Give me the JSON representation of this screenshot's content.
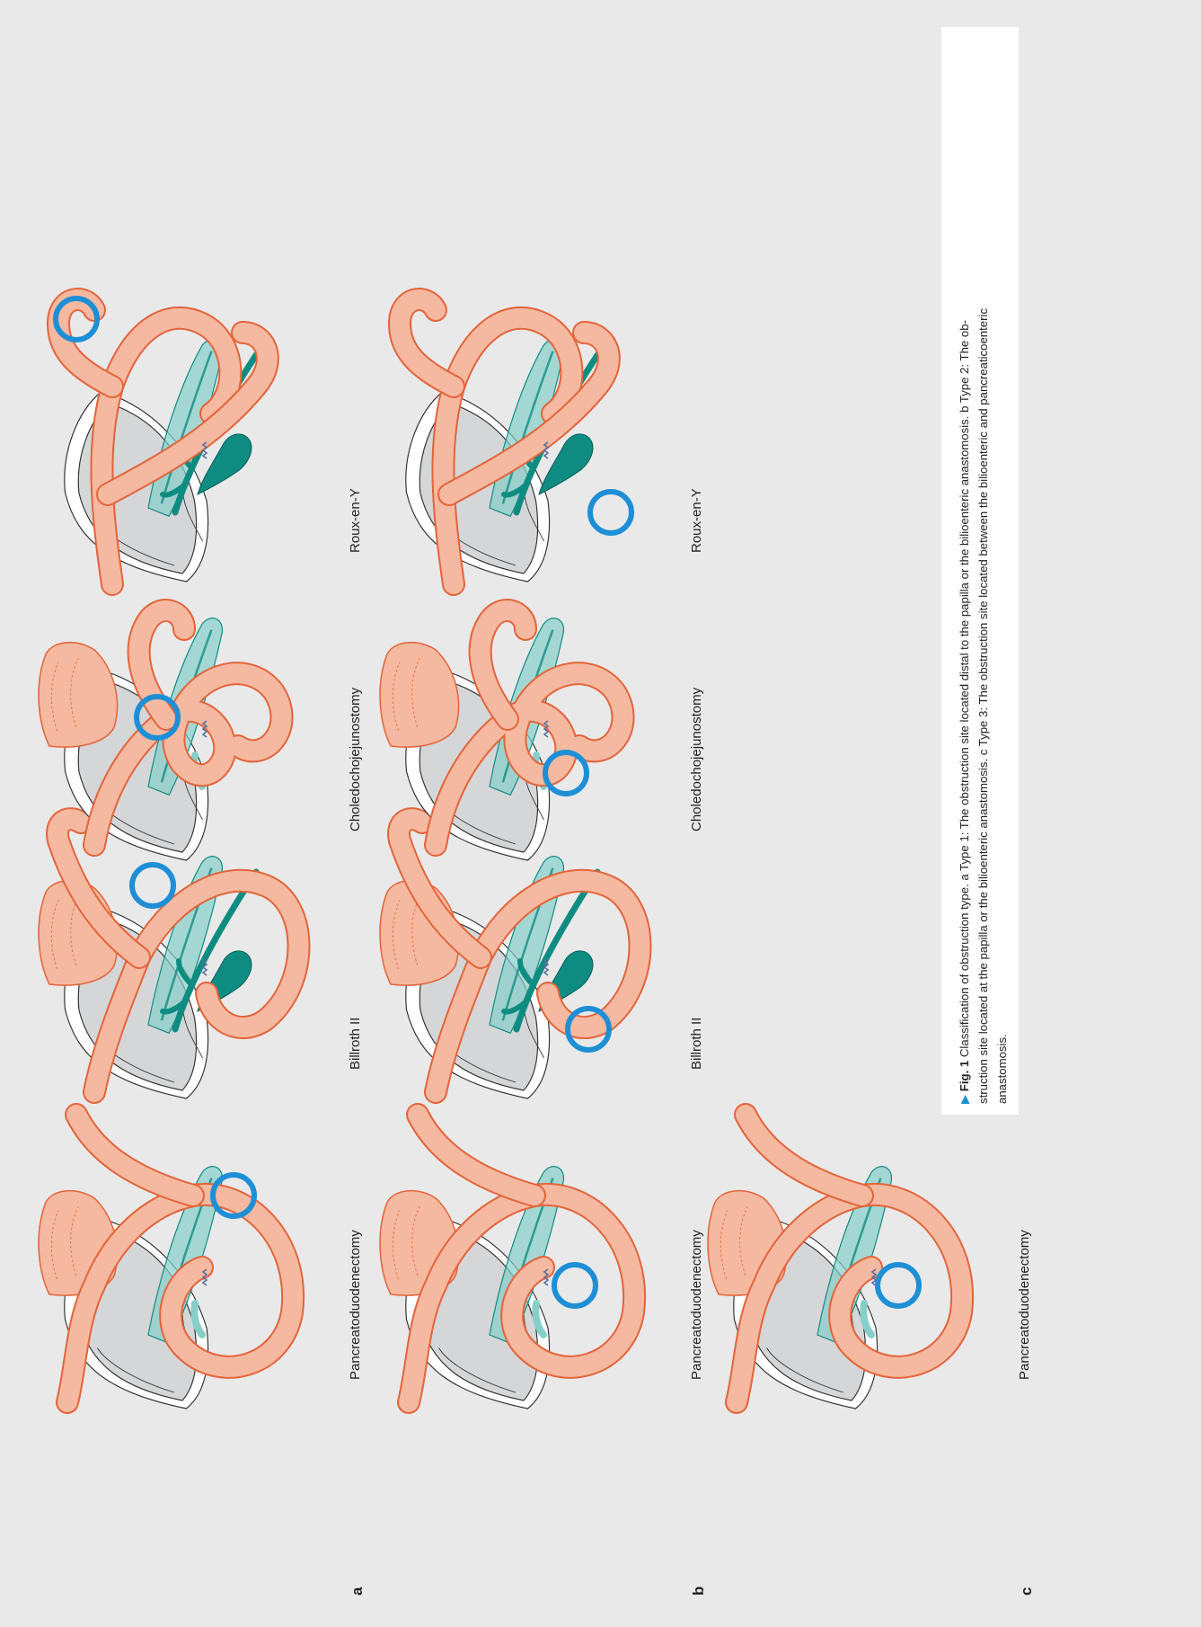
{
  "figure": {
    "row_labels": [
      "a",
      "b",
      "c"
    ],
    "procedures": {
      "pd": "Pancreatoduodenectomy",
      "b2": "Billroth II",
      "cj": "Choledochojejunostomy",
      "ry": "Roux-en-Y"
    },
    "rows": [
      {
        "label": "a",
        "panels": [
          "Pancreatoduodenectomy",
          "Billroth II",
          "Choledochojejunostomy",
          "Roux-en-Y"
        ]
      },
      {
        "label": "b",
        "panels": [
          "Pancreatoduodenectomy",
          "Billroth II",
          "Choledochojejunostomy",
          "Roux-en-Y"
        ]
      },
      {
        "label": "c",
        "panels": [
          "Pancreatoduodenectomy"
        ]
      }
    ]
  },
  "caption": {
    "marker": "▶",
    "fig_label": "Fig. 1",
    "lines": [
      " Classification of obstruction type. a Type 1: The obstruction site located distal to the papilla or the bilioenteric anastomosis. b Type 2: The ob-",
      "struction site located at the papilla or the bilioenteric anastomosis. c Type 3: The obstruction site located between the bilioenteric and pancreaticoenteric",
      "anastomosis."
    ]
  },
  "colors": {
    "background": "#e9e9ea",
    "liver": "#d5d6d8",
    "bowel_fill": "#f4b9a0",
    "bowel_stroke": "#e4643a",
    "duct": "#0f8c82",
    "pancreatic_duct": "#86cfc9",
    "obstruction_circle": "#1e8fd6",
    "caption_marker": "#1e8fd6"
  },
  "icons": {
    "obstruction_marker": "blue-ring",
    "caption_marker": "triangle-right"
  }
}
